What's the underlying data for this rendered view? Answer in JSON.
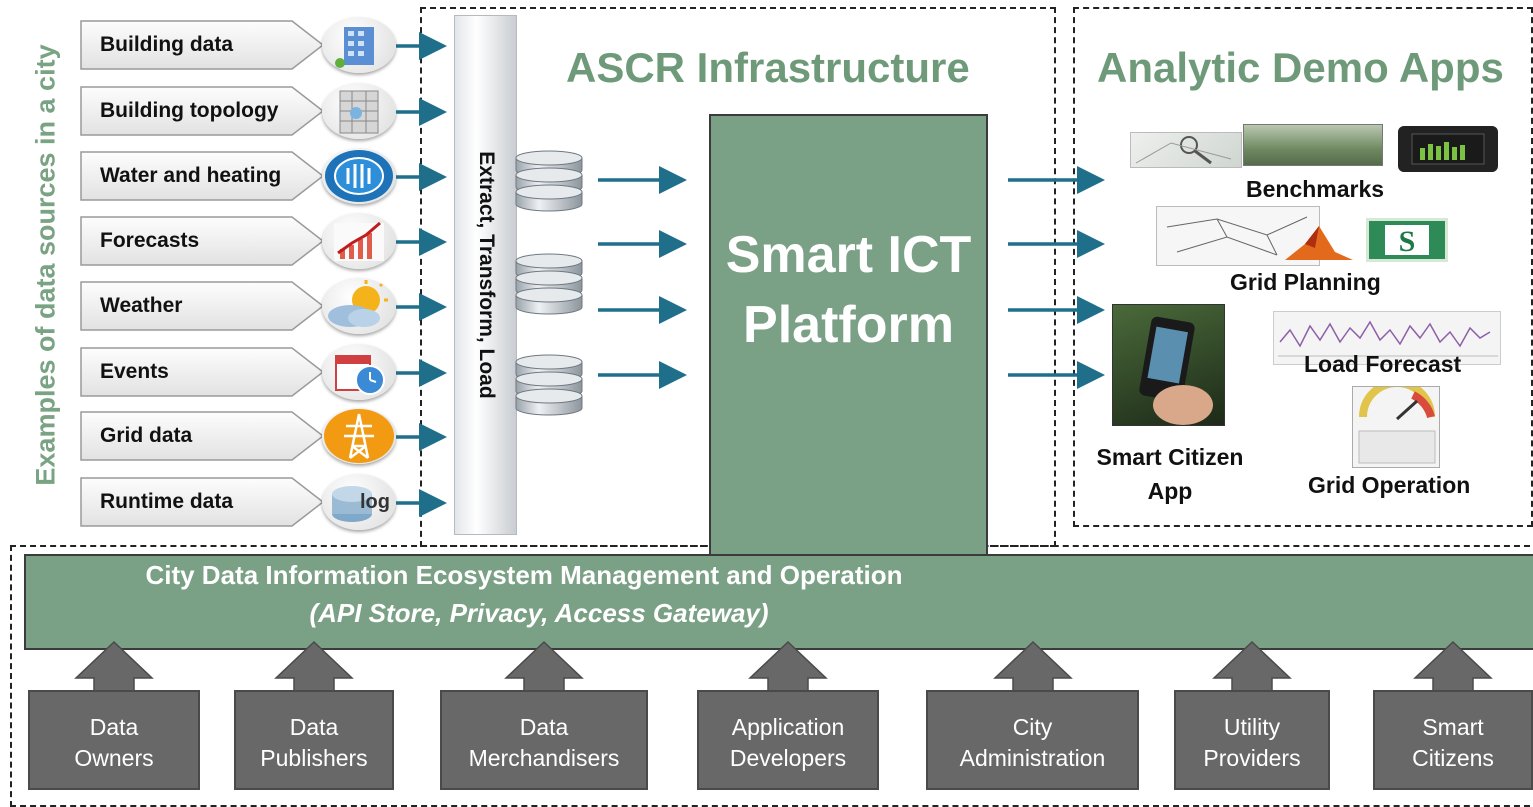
{
  "side_label": "Examples of data sources in a city",
  "data_sources": [
    {
      "label": "Building data",
      "icon": "building-icon"
    },
    {
      "label": "Building topology",
      "icon": "building-topology-icon"
    },
    {
      "label": "Water and heating",
      "icon": "water-meter-icon"
    },
    {
      "label": "Forecasts",
      "icon": "forecast-chart-icon"
    },
    {
      "label": "Weather",
      "icon": "weather-icon"
    },
    {
      "label": "Events",
      "icon": "calendar-clock-icon"
    },
    {
      "label": "Grid data",
      "icon": "power-tower-icon"
    },
    {
      "label": "Runtime data",
      "icon": "log-icon"
    }
  ],
  "etl_label": "Extract, Transform, Load",
  "infrastructure_title": "ASCR Infrastructure",
  "platform": {
    "line1": "Smart ICT",
    "line2": "Platform"
  },
  "apps_title": "Analytic Demo Apps",
  "apps": {
    "benchmarks": "Benchmarks",
    "grid_planning": "Grid Planning",
    "load_forecast": "Load Forecast",
    "smart_citizen_line1": "Smart Citizen",
    "smart_citizen_line2": "App",
    "grid_operation": "Grid Operation"
  },
  "ecosystem": {
    "title": "City Data Information Ecosystem Management and Operation",
    "subtitle_open": "(",
    "subtitle_main": "API Store, Privacy, Access Gateway",
    "subtitle_close": ")"
  },
  "stakeholders": [
    {
      "line1": "Data",
      "line2": "Owners"
    },
    {
      "line1": "Data",
      "line2": "Publishers"
    },
    {
      "line1": "Data",
      "line2": "Merchandisers"
    },
    {
      "line1": "Application",
      "line2": "Developers"
    },
    {
      "line1": "City",
      "line2": "Administration"
    },
    {
      "line1": "Utility",
      "line2": "Providers"
    },
    {
      "line1": "Smart",
      "line2": "Citizens"
    }
  ],
  "colors": {
    "green_fill": "#7aa085",
    "green_title": "#6e9a7a",
    "arrow_blue": "#1f6f8b",
    "stakeholder_gray": "#686868"
  }
}
